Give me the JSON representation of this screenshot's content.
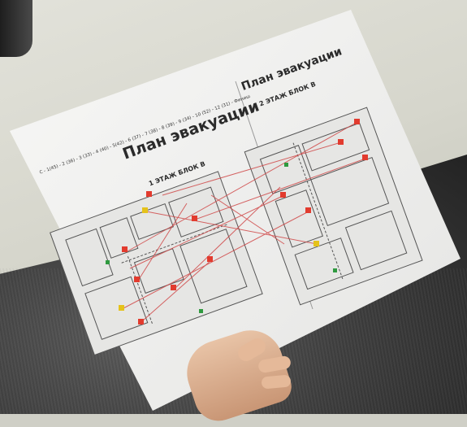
{
  "photo": {
    "sheet": {
      "left_plan": {
        "title": "План эвакуации",
        "subtitle": "1 ЭТАЖ БЛОК В",
        "legend": "С - 1(45) - 2 (36) - 3 (33) - 4 (40) - 5(42) - 6 (37) - 7 (38) - 8 (39) - 9 (34) - 10 (52) - 12 (31) - Финиш"
      },
      "right_plan": {
        "title": "План эвакуации",
        "subtitle": "2 ЭТАЖ БЛОК В"
      }
    },
    "colors": {
      "route_line": "#d04a4a",
      "checkpoint_red": "#e23b2e",
      "checkpoint_yellow": "#e5c21a",
      "exit_green": "#2f9a3f",
      "wall_lines": "#555555"
    }
  }
}
